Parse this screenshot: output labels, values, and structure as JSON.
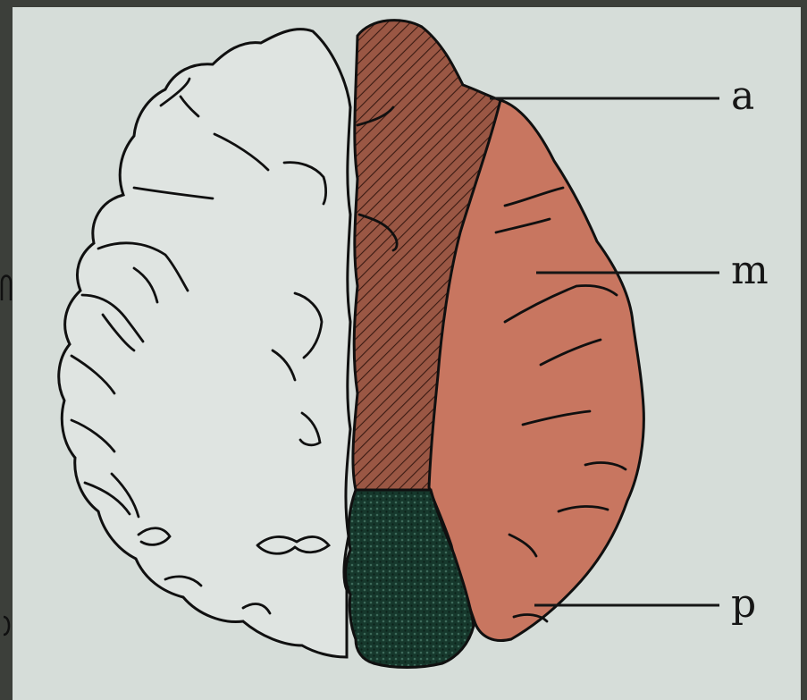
{
  "labels": {
    "a": "a",
    "m": "m",
    "p": "p"
  },
  "colors": {
    "paper": "#d6ddd9",
    "outline": "#101010",
    "anterior_region": "#8b4a38",
    "middle_region": "#c87660",
    "posterior_region": "#16382c",
    "frame": "#3c3f3a"
  },
  "legend_marks": [
    "a",
    "m",
    "p"
  ]
}
